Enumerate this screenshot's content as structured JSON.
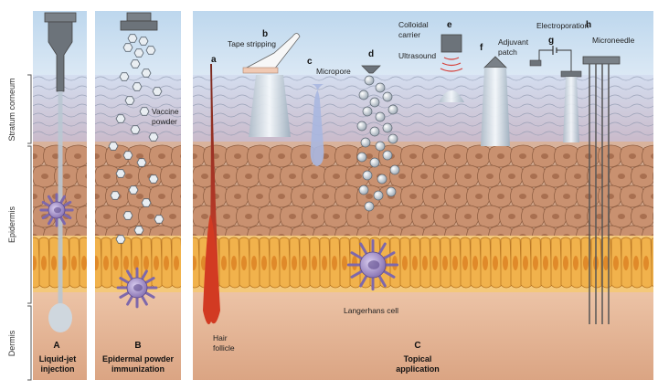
{
  "side_labels": {
    "stratum": "Stratum corneum",
    "epidermis": "Epidermis",
    "dermis": "Dermis"
  },
  "panels": {
    "A": {
      "letter": "A",
      "caption_line1": "Liquid-jet",
      "caption_line2": "injection"
    },
    "B": {
      "letter": "B",
      "caption_line1": "Epidermal powder",
      "caption_line2": "immunization",
      "note_line1": "Vaccine",
      "note_line2": "powder"
    },
    "C": {
      "letter": "C",
      "caption_line1": "Topical",
      "caption_line2": "application"
    }
  },
  "methods": {
    "a": {
      "letter": "a",
      "label_line1": "Hair",
      "label_line2": "follicle"
    },
    "b": {
      "letter": "b",
      "label": "Tape stripping"
    },
    "c": {
      "letter": "c",
      "label": "Micropore"
    },
    "d": {
      "letter": "d",
      "label_line1": "Colloidal",
      "label_line2": "carrier"
    },
    "e": {
      "letter": "e",
      "label": "Ultrasound"
    },
    "f": {
      "letter": "f",
      "label_line1": "Adjuvant",
      "label_line2": "patch"
    },
    "g": {
      "letter": "g",
      "label": "Electroporation"
    },
    "h": {
      "letter": "h",
      "label": "Microneedle"
    }
  },
  "langerhans_label": "Langerhans cell",
  "colors": {
    "sky": "#c9dff0",
    "stratum": "#cfd9ea",
    "epidermis": "#d6a583",
    "cell": "#c99170",
    "basal": "#f1b24c",
    "dermis": "#e3b496",
    "langerhans": "#9d88c3",
    "device": "#6c737a",
    "hair": "#c0392b"
  }
}
